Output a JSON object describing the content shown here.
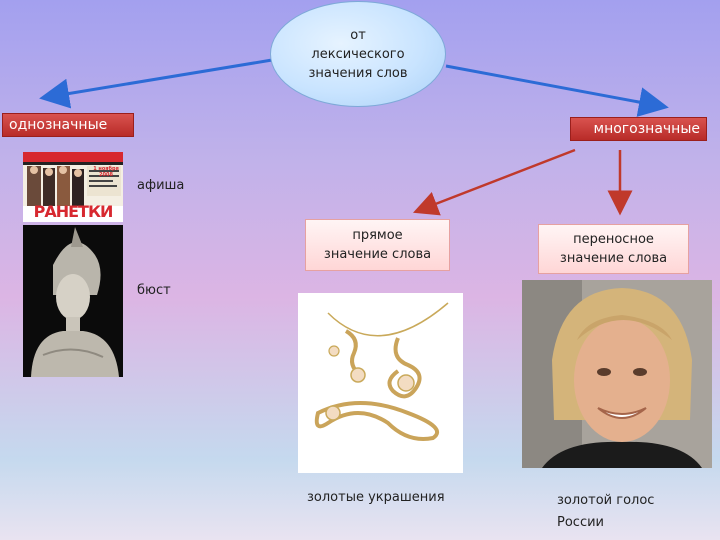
{
  "center_node": "от\nлексического\nзначения слов",
  "left_node": "однозначные",
  "right_node": "многозначные",
  "direct_node": "прямое\nзначение слова",
  "figurative_node": "переносное\nзначение слова",
  "labels": {
    "afisha": "афиша",
    "byust": "бюст",
    "jewelry": "золотые украшения",
    "voice": "золотой голос\nРоссии"
  },
  "poster": {
    "band": "РАНЕТКИ",
    "date": "1 ноября 2008"
  },
  "colors": {
    "arrow_blue": "#2c6bd6",
    "arrow_red": "#c0392b",
    "red_box": "#c63430"
  }
}
